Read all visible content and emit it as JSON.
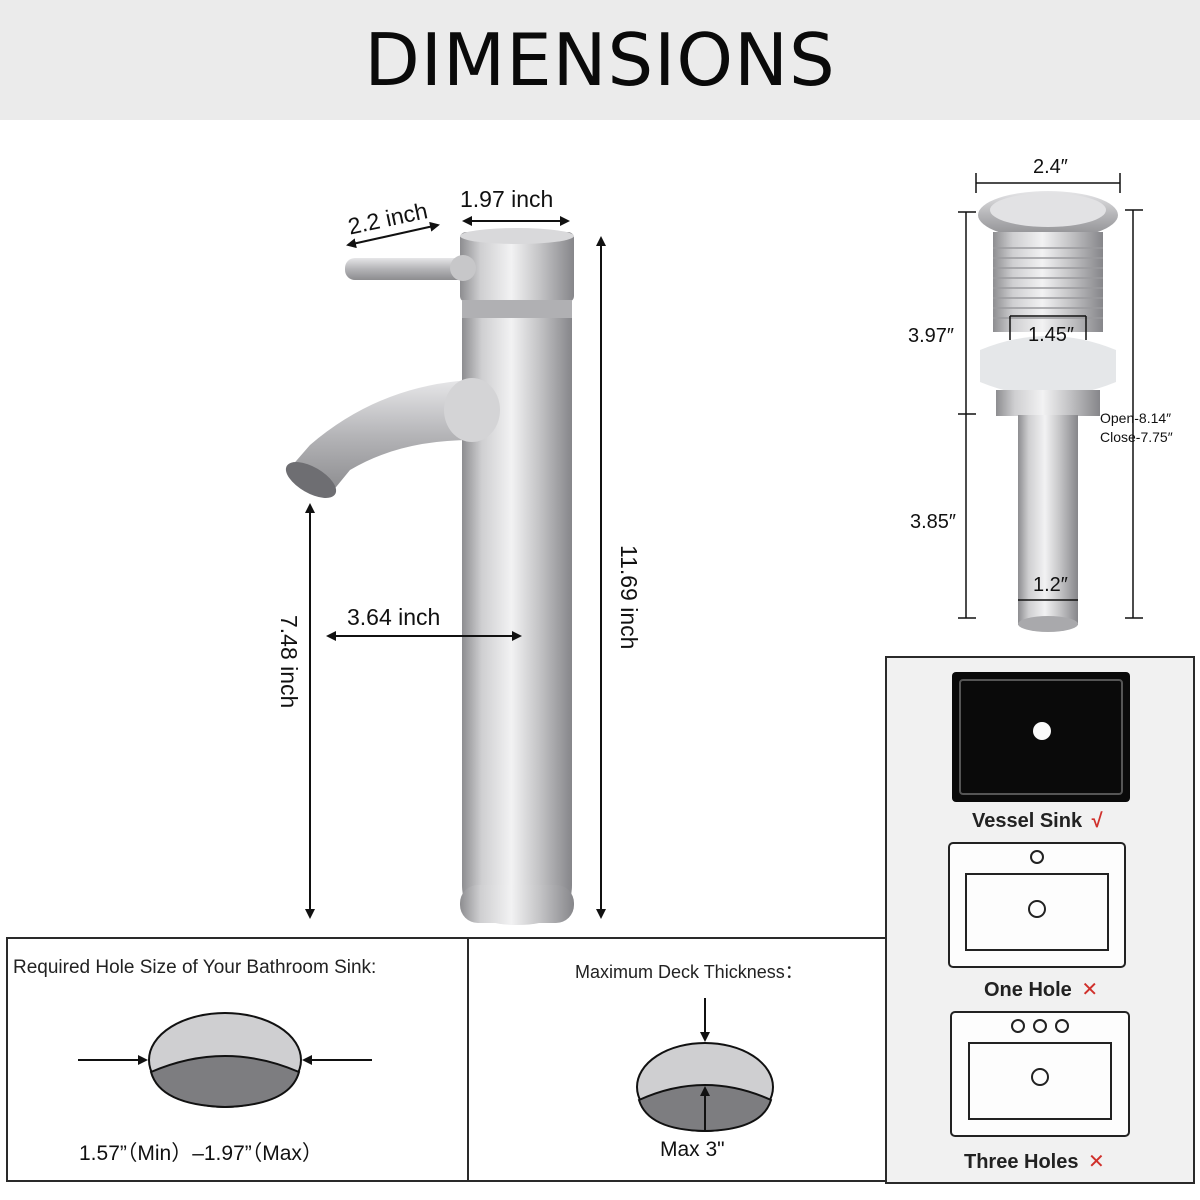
{
  "header": {
    "title": "DIMENSIONS"
  },
  "faucet": {
    "handle_length": "2.2 inch",
    "body_diameter": "1.97 inch",
    "total_height": "11.69 inch",
    "spout_height": "7.48 inch",
    "spout_reach": "3.64 inch"
  },
  "drain": {
    "cap_diameter": "2.4″",
    "upper_length": "3.97″",
    "lower_length": "3.85″",
    "thread_diameter": "1.45″",
    "tail_diameter": "1.2″",
    "open_length": "Open-8.14″",
    "close_length": "Close-7.75″"
  },
  "hole_size": {
    "title": "Required Hole Size of Your Bathroom Sink:",
    "value": "1.57”（Min）–1.97”（Max）"
  },
  "deck": {
    "title": "Maximum Deck Thickness：",
    "value": "Max 3\""
  },
  "sink_types": [
    {
      "label": "Vessel Sink",
      "mark": "√",
      "status": "compatible"
    },
    {
      "label": "One Hole",
      "mark": "✕",
      "status": "not-compatible"
    },
    {
      "label": "Three Holes",
      "mark": "✕",
      "status": "not-compatible"
    }
  ],
  "colors": {
    "header_bg": "#ebebeb",
    "accent_red": "#d0302b",
    "metal": "#b9b9bb"
  }
}
